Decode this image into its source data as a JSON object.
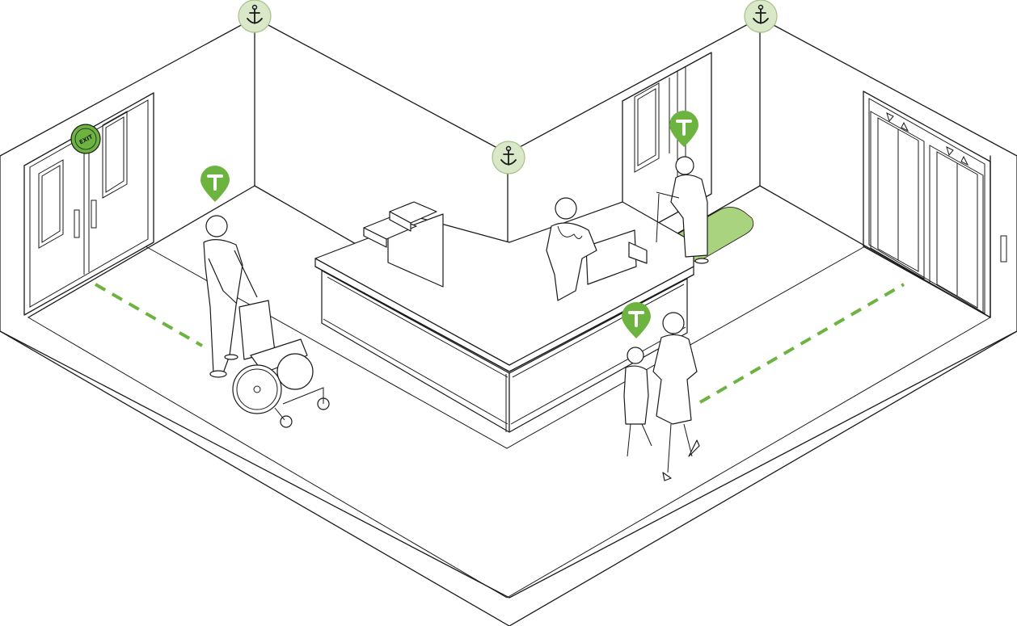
{
  "exit_sign": {
    "text": "EXIT"
  },
  "colors": {
    "accent": "#6cb33f",
    "accent_light": "#a9d37e",
    "anchor_fill": "#d9e8c8",
    "anchor_stroke": "#a8c088",
    "line": "#1a1a1a"
  },
  "icons": {
    "anchor": "anchor-icon",
    "tag": "location-tag-icon",
    "elevator_up": "triangle-up",
    "elevator_down": "triangle-down"
  }
}
